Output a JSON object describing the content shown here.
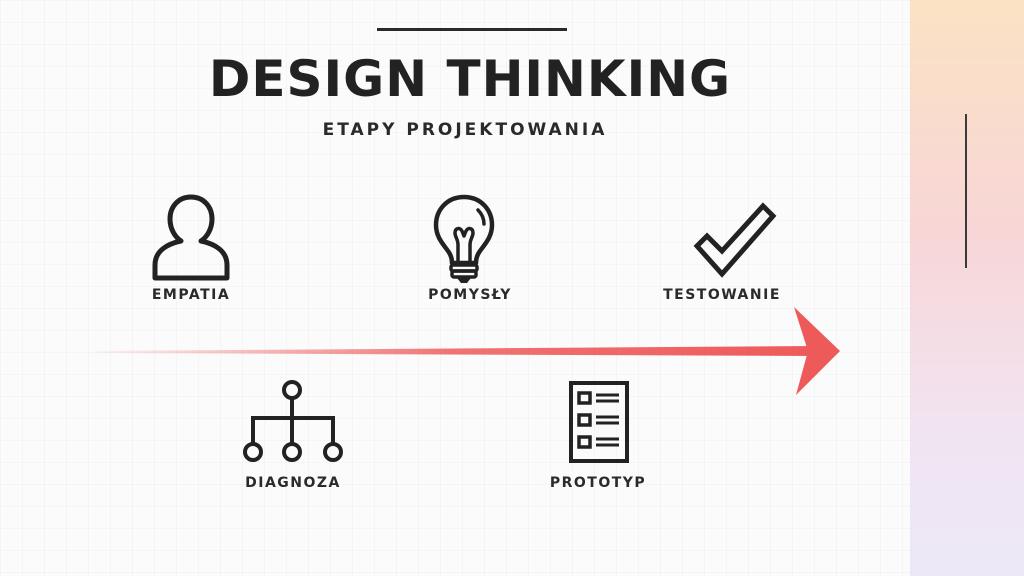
{
  "title": "DESIGN THINKING",
  "subtitle": "ETAPY PROJEKTOWANIA",
  "stages": [
    {
      "label": "EMPATIA",
      "icon": "person-icon"
    },
    {
      "label": "POMYSŁY",
      "icon": "lightbulb-icon"
    },
    {
      "label": "TESTOWANIE",
      "icon": "checkmark-icon"
    },
    {
      "label": "DIAGNOZA",
      "icon": "hierarchy-icon"
    },
    {
      "label": "PROTOTYP",
      "icon": "checklist-document-icon"
    }
  ],
  "colors": {
    "arrow": "#ee5a5a",
    "text": "#222222",
    "panel_top": "#fbe2c4",
    "panel_bottom": "#ece8f7"
  }
}
